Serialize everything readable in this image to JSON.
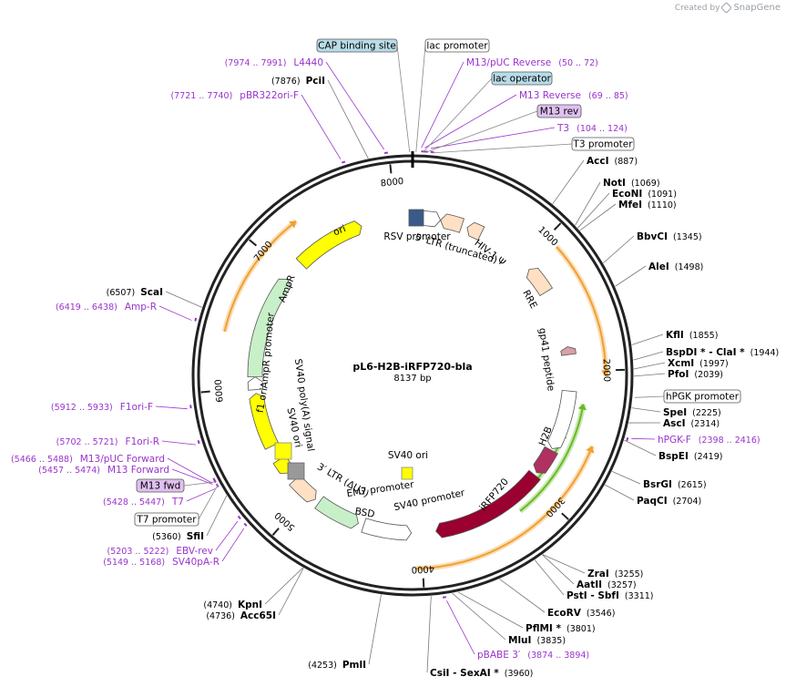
{
  "watermark": {
    "prefix": "Created by",
    "brand": "SnapGene"
  },
  "title": "pL6-H2B-iRFP720-bla",
  "length": "8137 bp",
  "ring_ticks": [
    "1000",
    "2000",
    "3000",
    "4000",
    "5000",
    "6000",
    "7000",
    "8000"
  ],
  "features": [
    {
      "start": 1,
      "end": 230,
      "label": "RSV promoter",
      "color": "#ffffff"
    },
    {
      "start": 231,
      "end": 411,
      "label": "5′ LTR (truncated)",
      "color": "#ffe0c4"
    },
    {
      "start": 458,
      "end": 583,
      "label": "HIV-1 Ψ",
      "color": "#ffe0c4"
    },
    {
      "start": 1078,
      "end": 1311,
      "label": "RRE",
      "color": "#ffe0c4"
    },
    {
      "start": 1797,
      "end": 1863,
      "label": "gp41 peptide",
      "color": "#d8a0a8"
    },
    {
      "start": 2163,
      "end": 2660,
      "label": "hPGK promoter",
      "color": "#ffffff"
    },
    {
      "start": 2675,
      "end": 2896,
      "label": "H2B",
      "color": "#b03060"
    },
    {
      "start": 2920,
      "end": 3876,
      "label": "iRFP720",
      "color": "#9a0030"
    },
    {
      "start": 4078,
      "end": 4477,
      "label": "SV40 promoter",
      "color": "#ffffff"
    },
    {
      "start": 4524,
      "end": 4890,
      "label": "BSD",
      "color": "#c8f0c8"
    },
    {
      "start": 4930,
      "end": 5163,
      "label": "3′ LTR (ΔU3)",
      "color": "#ffe0c4"
    },
    {
      "start": 5238,
      "end": 5373,
      "label": "SV40 ori",
      "color": "#ffff00"
    },
    {
      "start": 5500,
      "end": 5955,
      "label": "f1 ori",
      "color": "#ffff00"
    },
    {
      "start": 5986,
      "end": 6090,
      "label": "AmpR promoter",
      "color": "#ffffff"
    },
    {
      "start": 6091,
      "end": 6951,
      "label": "AmpR",
      "color": "#c8f0c8"
    },
    {
      "start": 7122,
      "end": 7710,
      "label": "ori",
      "color": "#ffff00"
    }
  ],
  "inner_labels": {
    "sv40_poly": "SV40 poly(A) signal",
    "em7": "EM7 promoter",
    "sv40_ori_inner": "SV40 ori"
  },
  "sites": [
    {
      "name": "AccI",
      "pos": "(887)"
    },
    {
      "name": "NotI",
      "pos": "(1069)"
    },
    {
      "name": "EcoNI",
      "pos": "(1091)"
    },
    {
      "name": "MfeI",
      "pos": "(1110)"
    },
    {
      "name": "BbvCI",
      "pos": "(1345)"
    },
    {
      "name": "AleI",
      "pos": "(1498)"
    },
    {
      "name": "KflI",
      "pos": "(1855)"
    },
    {
      "name": "BspDI * - ClaI *",
      "pos": "(1944)"
    },
    {
      "name": "XcmI",
      "pos": "(1997)"
    },
    {
      "name": "PfoI",
      "pos": "(2039)"
    },
    {
      "name": "SpeI",
      "pos": "(2225)"
    },
    {
      "name": "AscI",
      "pos": "(2314)"
    },
    {
      "name": "BspEI",
      "pos": "(2419)"
    },
    {
      "name": "BsrGI",
      "pos": "(2615)"
    },
    {
      "name": "PaqCI",
      "pos": "(2704)"
    },
    {
      "name": "ZraI",
      "pos": "(3255)"
    },
    {
      "name": "AatII",
      "pos": "(3257)"
    },
    {
      "name": "PstI - SbfI",
      "pos": "(3311)"
    },
    {
      "name": "EcoRV",
      "pos": "(3546)"
    },
    {
      "name": "PflMI *",
      "pos": "(3801)"
    },
    {
      "name": "MluI",
      "pos": "(3835)"
    },
    {
      "name": "CsiI - SexAI *",
      "pos": "(3960)"
    },
    {
      "name": "PmlI",
      "pos": "(4253)"
    },
    {
      "name": "KpnI",
      "pos": "(4740)"
    },
    {
      "name": "Acc65I",
      "pos": "(4736)"
    },
    {
      "name": "SfiI",
      "pos": "(5360)"
    },
    {
      "name": "ScaI",
      "pos": "(6507)"
    },
    {
      "name": "PciI",
      "pos": "(7876)"
    }
  ],
  "primers": [
    {
      "name": "L4440",
      "pos": "(7974 .. 7991)"
    },
    {
      "name": "pBR322ori-F",
      "pos": "(7721 .. 7740)"
    },
    {
      "name": "M13/pUC Reverse",
      "pos": "(50 .. 72)"
    },
    {
      "name": "M13 Reverse",
      "pos": "(69 .. 85)"
    },
    {
      "name": "T3",
      "pos": "(104 .. 124)"
    },
    {
      "name": "hPGK-F",
      "pos": "(2398 .. 2416)"
    },
    {
      "name": "pBABE 3′",
      "pos": "(3874 .. 3894)"
    },
    {
      "name": "EBV-rev",
      "pos": "(5203 .. 5222)"
    },
    {
      "name": "SV40pA-R",
      "pos": "(5149 .. 5168)"
    },
    {
      "name": "T7",
      "pos": "(5428 .. 5447)"
    },
    {
      "name": "M13 Forward",
      "pos": "(5457 .. 5474)"
    },
    {
      "name": "M13/pUC Forward",
      "pos": "(5466 .. 5488)"
    },
    {
      "name": "F1ori-R",
      "pos": "(5702 .. 5721)"
    },
    {
      "name": "F1ori-F",
      "pos": "(5912 .. 5933)"
    },
    {
      "name": "Amp-R",
      "pos": "(6419 .. 6438)"
    }
  ],
  "boxed_features": [
    {
      "name": "CAP binding site",
      "style": "blue"
    },
    {
      "name": "lac promoter",
      "style": "white"
    },
    {
      "name": "lac operator",
      "style": "blue"
    },
    {
      "name": "M13 rev",
      "style": "purple"
    },
    {
      "name": "T3 promoter",
      "style": "white"
    },
    {
      "name": "hPGK promoter",
      "style": "white"
    },
    {
      "name": "M13 fwd",
      "style": "purple"
    },
    {
      "name": "T7 promoter",
      "style": "white"
    }
  ],
  "colors": {
    "backbone": "#222222",
    "primer": "#9933cc",
    "site_line": "#777777",
    "orf_orange": "#f0a030",
    "orf_green": "#66bb22",
    "cap_blue": "#b8dce8",
    "m13_purple": "#e0c0f0"
  }
}
